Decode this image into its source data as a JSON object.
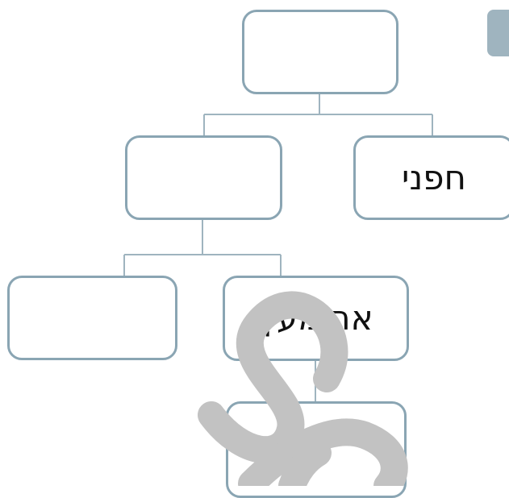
{
  "diagram": {
    "nodes": [
      {
        "id": "root",
        "label": ""
      },
      {
        "id": "left",
        "label": ""
      },
      {
        "id": "right",
        "label": "חפני"
      },
      {
        "id": "left-left",
        "label": ""
      },
      {
        "id": "left-right",
        "label": "אחימעץ"
      },
      {
        "id": "bottom",
        "label": ""
      }
    ],
    "edges": [
      [
        "root",
        "left"
      ],
      [
        "root",
        "right"
      ],
      [
        "left",
        "left-left"
      ],
      [
        "left",
        "left-right"
      ],
      [
        "left-right",
        "bottom"
      ]
    ]
  },
  "colors": {
    "box_border": "#8aa5b3",
    "connector": "#9fb4bf",
    "corner_tab": "#9fb4bf",
    "overlay_mark": "#c2c2c2"
  }
}
